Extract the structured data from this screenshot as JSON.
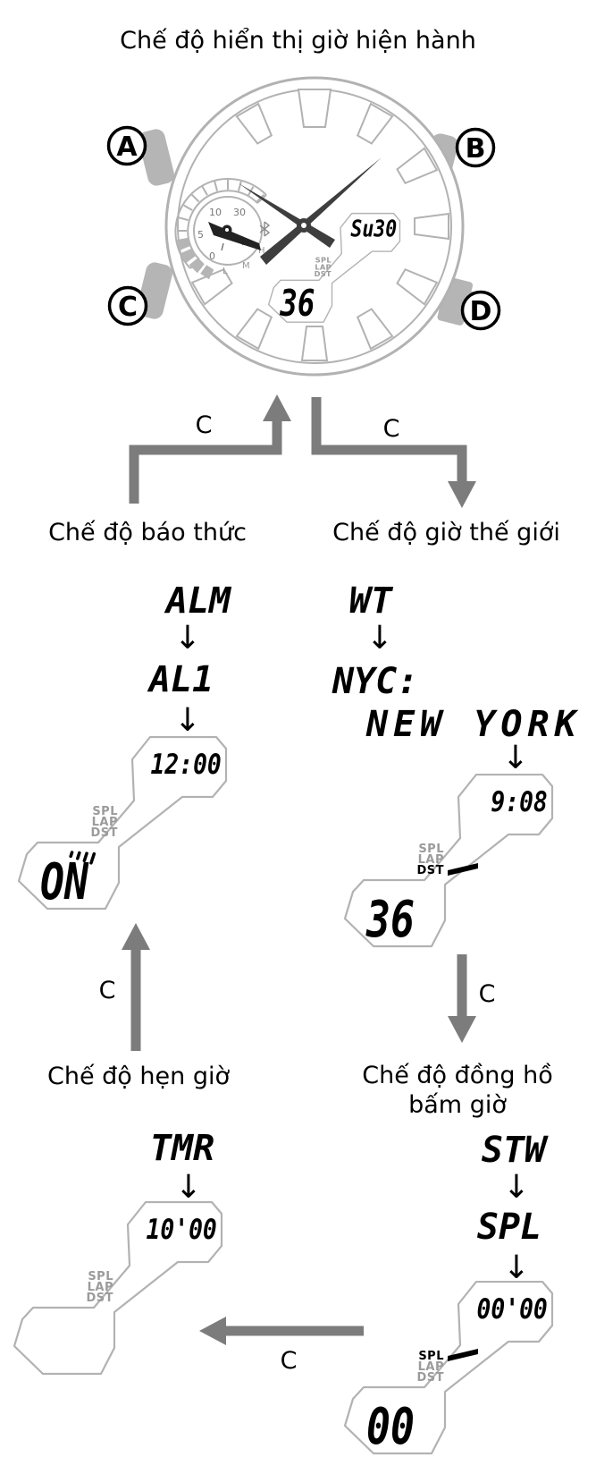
{
  "title": "Chế độ hiển thị giờ hiện hành",
  "watch": {
    "buttons": [
      "A",
      "B",
      "C",
      "D"
    ],
    "subdial": {
      "scale_labels": [
        "10",
        "30",
        "5",
        "0"
      ],
      "level_labels": [
        "L",
        "M",
        "H"
      ],
      "icons": [
        "bluetooth-icon"
      ]
    },
    "lcd": {
      "day": "Su30",
      "indicators": [
        "SPL",
        "LAP",
        "DST"
      ],
      "seconds": "36"
    }
  },
  "icons": {
    "down_arrow": "↓"
  },
  "transitions": {
    "labels": [
      "C",
      "C",
      "C",
      "C",
      "C"
    ]
  },
  "modes": {
    "alarm": {
      "title": "Chế độ báo thức",
      "steps": [
        "ALM",
        "AL1"
      ],
      "display": {
        "time": "12:00",
        "indicators": [
          "SPL",
          "LAP",
          "DST"
        ],
        "status": "ON"
      }
    },
    "world_time": {
      "title": "Chế độ giờ thế giới",
      "steps": [
        "WT",
        "NYC:",
        "NEW YORK"
      ],
      "display": {
        "time": "9:08",
        "indicators": [
          "SPL",
          "LAP",
          "DST"
        ],
        "active_indicator": "DST",
        "seconds": "36"
      }
    },
    "timer": {
      "title": "Chế độ hẹn giờ",
      "steps": [
        "TMR"
      ],
      "display": {
        "time": "10'00",
        "indicators": [
          "SPL",
          "LAP",
          "DST"
        ]
      }
    },
    "stopwatch": {
      "title_line1": "Chế độ đồng hồ",
      "title_line2": "bấm giờ",
      "steps": [
        "STW",
        "SPL"
      ],
      "display": {
        "time": "00'00",
        "indicators": [
          "SPL",
          "LAP",
          "DST"
        ],
        "active_indicator": "SPL",
        "seconds": "00"
      }
    }
  },
  "colors": {
    "arrow_gray": "#7c7c7c",
    "outline_gray": "#b2b2b2",
    "pusher_gray": "#b5b5b5",
    "indicator_gray": "#9b9b9b",
    "hand_dark": "#3e3e3e",
    "text_black": "#000000"
  }
}
